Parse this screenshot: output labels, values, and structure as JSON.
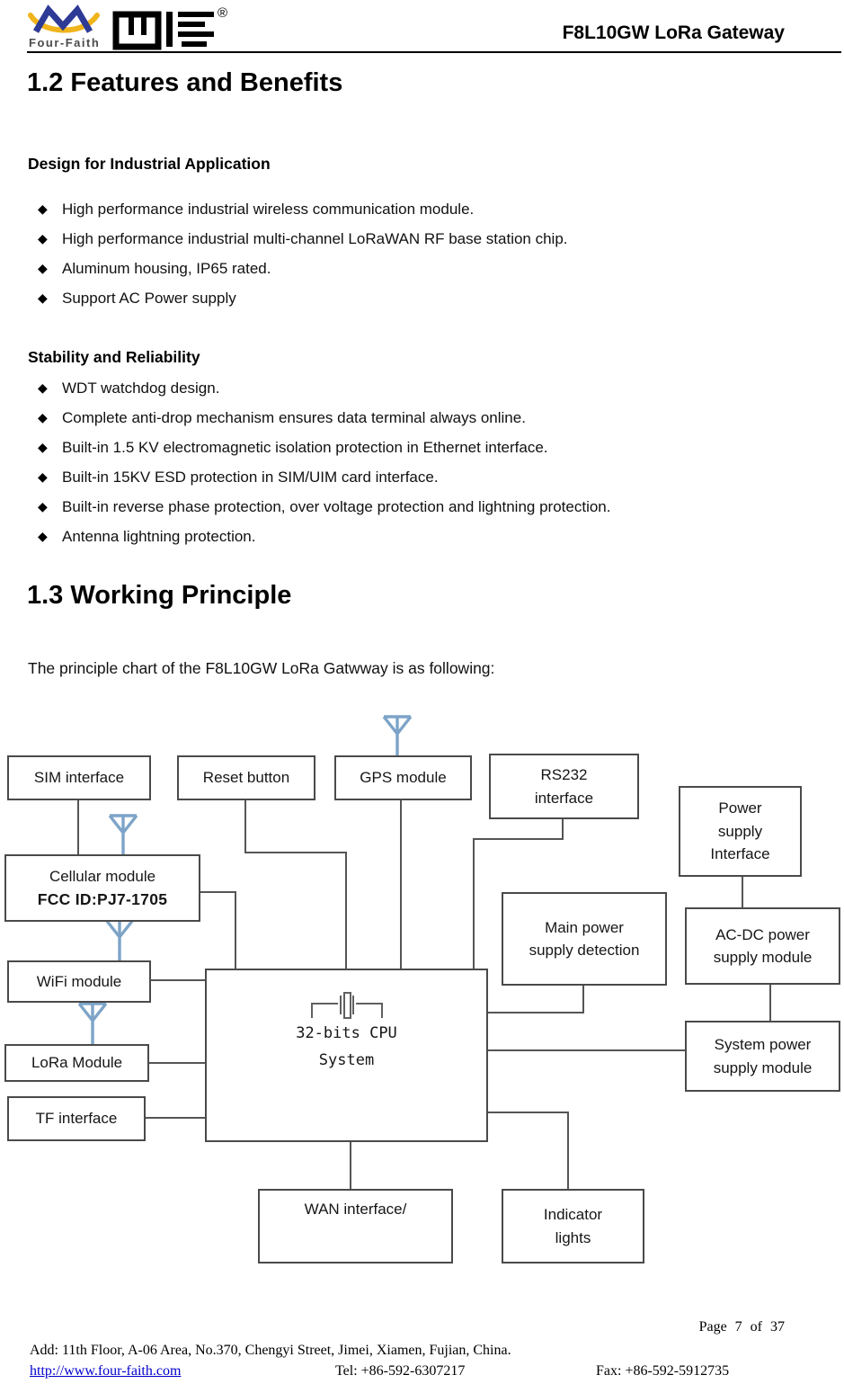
{
  "header": {
    "brand": "Four-Faith",
    "reg": "®",
    "doc_title": "F8L10GW LoRa Gateway"
  },
  "icons": {
    "bullet": "◆"
  },
  "colors": {
    "logo_blue": "#2d3a96",
    "logo_yellow": "#f0b41c",
    "antenna_blue": "#7da4c8",
    "link_blue": "#0000cc"
  },
  "sections": {
    "features": {
      "heading": "1.2 Features and Benefits",
      "groups": [
        {
          "title": "Design for Industrial Application",
          "items": [
            "High performance industrial wireless communication module.",
            "High performance industrial multi-channel LoRaWAN RF base station chip.",
            "Aluminum housing, IP65 rated.",
            "Support AC Power supply"
          ]
        },
        {
          "title": "Stability and Reliability",
          "items": [
            "WDT watchdog design.",
            "Complete anti-drop mechanism ensures data terminal always online.",
            "Built-in 1.5 KV electromagnetic isolation protection in Ethernet interface.",
            "Built-in 15KV ESD protection in SIM/UIM card interface.",
            "Built-in reverse phase protection, over voltage protection and lightning protection.",
            "Antenna lightning protection."
          ]
        }
      ]
    },
    "working": {
      "heading": "1.3 Working Principle",
      "intro": "The principle chart of the F8L10GW LoRa Gatwway is as following:"
    }
  },
  "diagram": {
    "nodes": {
      "sim": {
        "label": "SIM interface"
      },
      "reset": {
        "label": "Reset button"
      },
      "gps": {
        "label": "GPS module"
      },
      "rs232": {
        "label": "RS232\ninterface"
      },
      "power_iface": {
        "label": "Power\nsupply\nInterface"
      },
      "cellular": {
        "label": "Cellular module",
        "sublabel": "FCC ID:PJ7-1705"
      },
      "main_power": {
        "label": "Main power\nsupply detection"
      },
      "acdc": {
        "label": "AC-DC power\nsupply module"
      },
      "wifi": {
        "label": "WiFi module"
      },
      "lora": {
        "label": "LoRa Module"
      },
      "tf": {
        "label": "TF interface"
      },
      "cpu": {
        "label": "32-bits CPU\nSystem"
      },
      "sys_power": {
        "label": "System power\nsupply module"
      },
      "wan": {
        "label": "WAN interface/"
      },
      "indicator": {
        "label": "Indicator\nlights"
      }
    }
  },
  "footer": {
    "page_number": "Page 7 of 37",
    "address": "Add: 11th Floor, A-06 Area, No.370, Chengyi Street, Jimei, Xiamen, Fujian, China.",
    "website": "http://www.four-faith.com",
    "tel": "Tel: +86-592-6307217",
    "fax": "Fax: +86-592-5912735"
  }
}
